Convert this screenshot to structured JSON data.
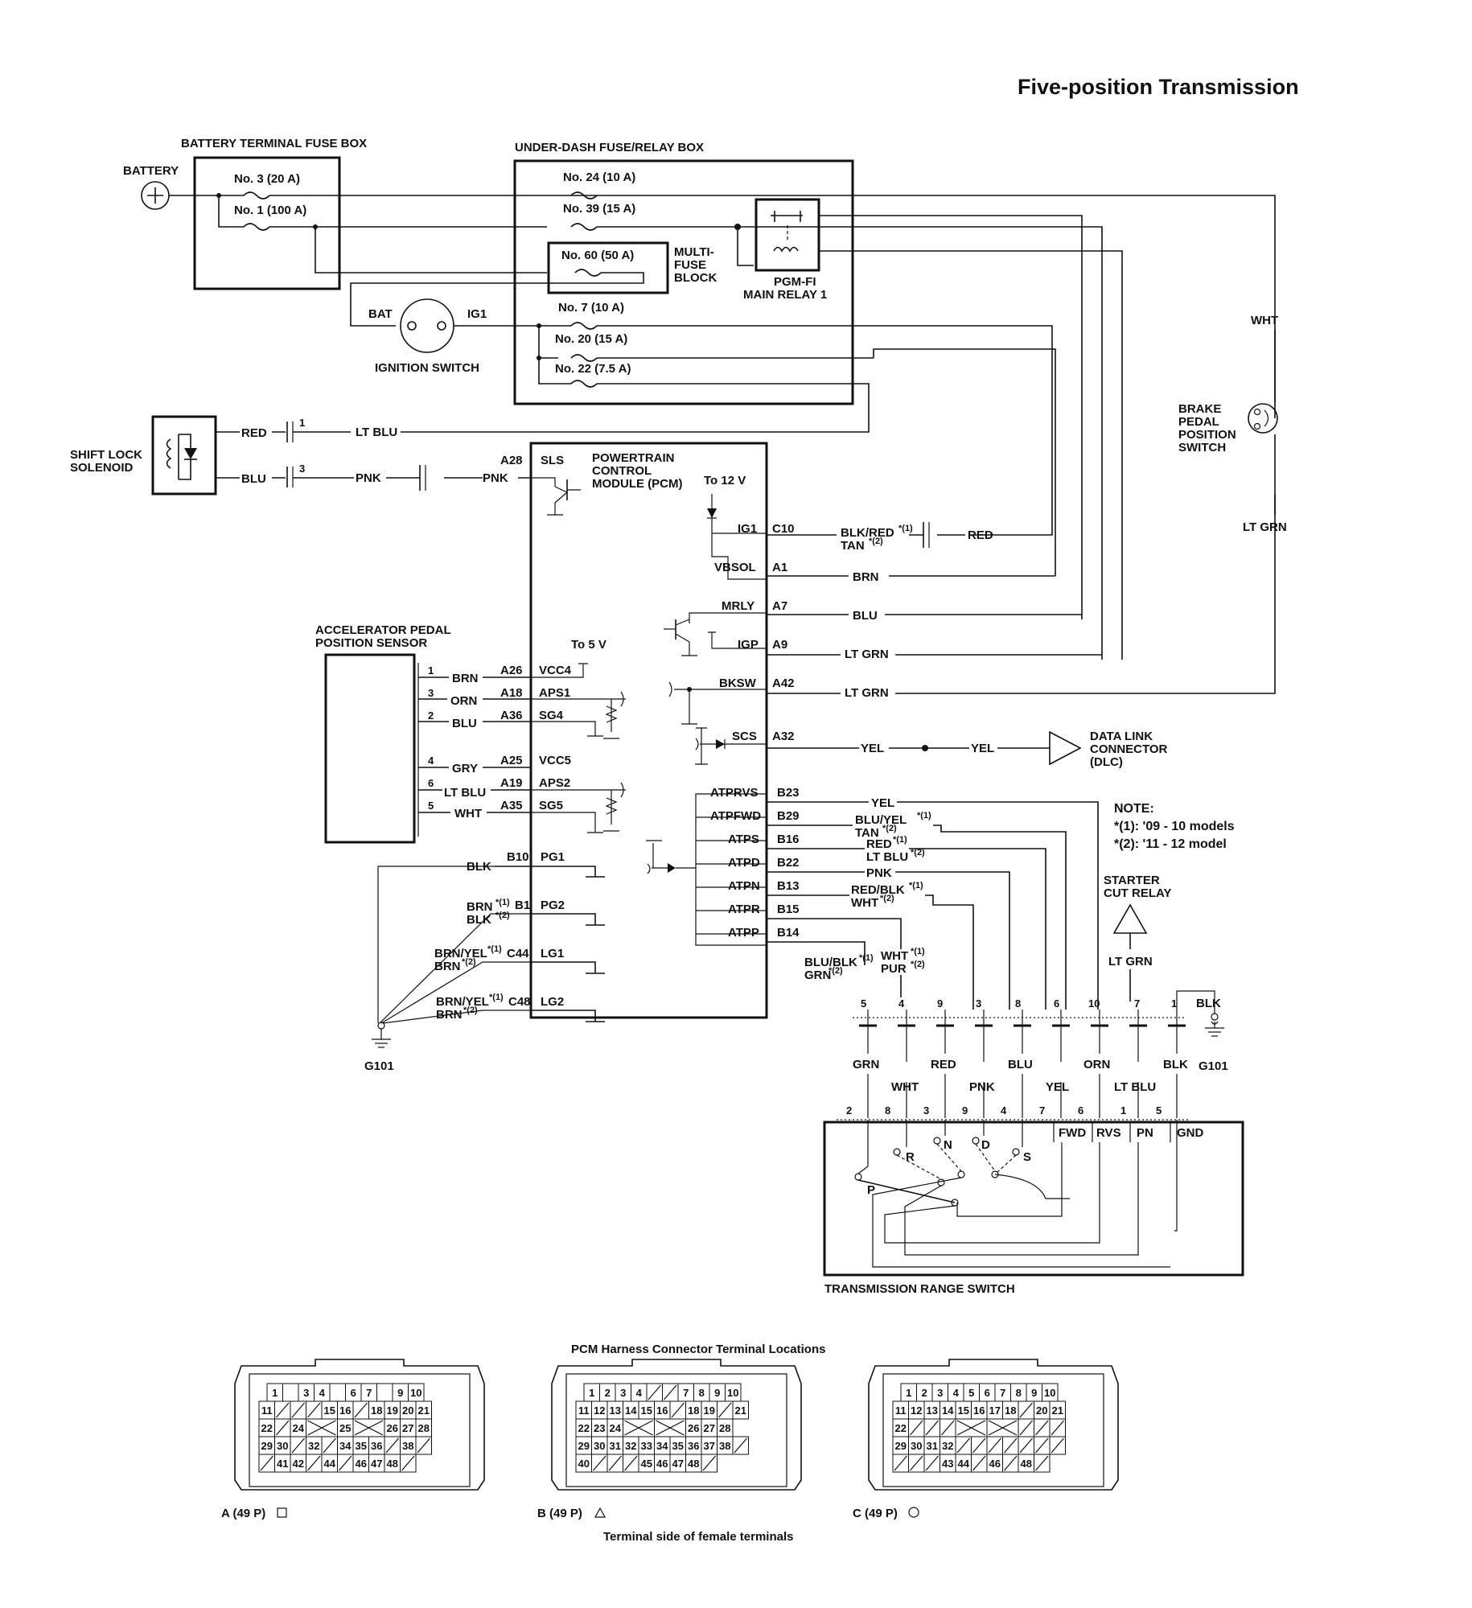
{
  "title": "Five-position Transmission",
  "battery": {
    "label": "BATTERY",
    "symbol": "+"
  },
  "battery_fuse_box": {
    "label": "BATTERY TERMINAL FUSE BOX",
    "fuses": [
      "No. 3 (20 A)",
      "No. 1 (100 A)"
    ]
  },
  "under_dash_box": {
    "label": "UNDER-DASH FUSE/RELAY BOX",
    "fuses": [
      "No. 24 (10 A)",
      "No. 39 (15 A)",
      "No. 60 (50 A)",
      "No. 7 (10 A)",
      "No. 20 (15 A)",
      "No. 22 (7.5 A)"
    ],
    "multi_fuse_block": [
      "MULTI-",
      "FUSE",
      "BLOCK"
    ],
    "main_relay": [
      "PGM-FI",
      "MAIN RELAY 1"
    ]
  },
  "ignition_switch": {
    "label": "IGNITION SWITCH",
    "bat": "BAT",
    "ig1": "IG1"
  },
  "shift_lock": {
    "label": [
      "SHIFT LOCK",
      "SOLENOID"
    ],
    "wires": [
      "RED",
      "BLU"
    ],
    "pins": [
      "1",
      "3"
    ],
    "lt_blu": "LT BLU",
    "pnk": "PNK"
  },
  "pcm": {
    "label": [
      "POWERTRAIN",
      "CONTROL",
      "MODULE (PCM)"
    ],
    "to_12v": "To 12 V",
    "to_5v": "To 5 V",
    "sls": {
      "pin": "A28",
      "name": "SLS",
      "wire": "PNK"
    },
    "right": [
      {
        "name": "IG1",
        "pin": "C10",
        "wire": "BLK/RED",
        "sup": "*(1)",
        "wire2": "TAN",
        "sup2": "*(2)",
        "ext": "RED"
      },
      {
        "name": "VBSOL",
        "pin": "A1",
        "wire": "BRN"
      },
      {
        "name": "MRLY",
        "pin": "A7",
        "wire": "BLU"
      },
      {
        "name": "IGP",
        "pin": "A9",
        "wire": "LT GRN"
      },
      {
        "name": "BKSW",
        "pin": "A42",
        "wire": "LT GRN"
      },
      {
        "name": "SCS",
        "pin": "A32",
        "wire": "YEL",
        "ext": "YEL"
      }
    ],
    "atp": [
      {
        "name": "ATPRVS",
        "pin": "B23",
        "wire": "YEL"
      },
      {
        "name": "ATPFWD",
        "pin": "B29",
        "wire": "BLU/YEL",
        "sup": "*(1)",
        "wire2": "TAN",
        "sup2": "*(2)"
      },
      {
        "name": "ATPS",
        "pin": "B16",
        "wire": "RED",
        "sup": "*(1)",
        "wire2": "LT BLU",
        "sup2": "*(2)"
      },
      {
        "name": "ATPD",
        "pin": "B22",
        "wire": "PNK"
      },
      {
        "name": "ATPN",
        "pin": "B13",
        "wire": "RED/BLK",
        "sup": "*(1)",
        "wire2": "WHT",
        "sup2": "*(2)"
      },
      {
        "name": "ATPR",
        "pin": "B15",
        "wire": "WHT",
        "sup": "*(1)",
        "wire2": "PUR",
        "sup2": "*(2)"
      },
      {
        "name": "ATPP",
        "pin": "B14",
        "wire": "BLU/BLK",
        "sup": "*(1)",
        "wire2": "GRN",
        "sup2": "*(2)"
      }
    ],
    "left": [
      {
        "app": "1",
        "wire": "BRN",
        "pin": "A26",
        "name": "VCC4"
      },
      {
        "app": "3",
        "wire": "ORN",
        "pin": "A18",
        "name": "APS1"
      },
      {
        "app": "2",
        "wire": "BLU",
        "pin": "A36",
        "name": "SG4"
      },
      {
        "app": "4",
        "wire": "GRY",
        "pin": "A25",
        "name": "VCC5"
      },
      {
        "app": "6",
        "wire": "LT BLU",
        "pin": "A19",
        "name": "APS2"
      },
      {
        "app": "5",
        "wire": "WHT",
        "pin": "A35",
        "name": "SG5"
      }
    ],
    "grounds": [
      {
        "wire": "BLK",
        "pin": "B10",
        "name": "PG1"
      },
      {
        "wire": "BRN",
        "sup": "*(1)",
        "wire2": "BLK",
        "sup2": "*(2)",
        "pin": "B1",
        "name": "PG2"
      },
      {
        "wire": "BRN/YEL",
        "sup": "*(1)",
        "wire2": "BRN",
        "sup2": "*(2)",
        "pin": "C44",
        "name": "LG1"
      },
      {
        "wire": "BRN/YEL",
        "sup": "*(1)",
        "wire2": "BRN",
        "sup2": "*(2)",
        "pin": "C48",
        "name": "LG2"
      }
    ]
  },
  "app_sensor": {
    "label": [
      "ACCELERATOR PEDAL",
      "POSITION SENSOR"
    ]
  },
  "g101": "G101",
  "dlc": {
    "label": [
      "DATA LINK",
      "CONNECTOR",
      "(DLC)"
    ]
  },
  "brake_switch": {
    "label": [
      "BRAKE",
      "PEDAL",
      "POSITION",
      "SWITCH"
    ],
    "wht": "WHT",
    "lt_grn": "LT GRN"
  },
  "note": {
    "title": "NOTE:",
    "lines": [
      "*(1): '09 - 10 models",
      "*(2): '11 - 12 model"
    ]
  },
  "starter_cut_relay": {
    "label": [
      "STARTER",
      "CUT RELAY"
    ],
    "wire": "LT GRN"
  },
  "range_switch_connector": {
    "top_pins": [
      "5",
      "4",
      "9",
      "3",
      "8",
      "6",
      "10",
      "7",
      "1"
    ],
    "wires_upper": [
      "GRN",
      "RED",
      "BLU",
      "ORN",
      "BLK"
    ],
    "wires_lower": [
      "WHT",
      "PNK",
      "YEL",
      "LT BLU"
    ],
    "bottom_pins": [
      "2",
      "8",
      "3",
      "9",
      "4",
      "7",
      "6",
      "1",
      "5"
    ],
    "blk": "BLK"
  },
  "range_switch": {
    "label": "TRANSMISSION RANGE SWITCH",
    "positions": [
      "P",
      "R",
      "N",
      "D",
      "S"
    ],
    "sections": [
      "FWD",
      "RVS",
      "PN",
      "GND"
    ]
  },
  "connectors": {
    "heading": "PCM Harness Connector Terminal Locations",
    "footer": "Terminal side of female terminals",
    "items": [
      {
        "label": "A (49 P)",
        "symbol": "square",
        "rows": [
          [
            "1",
            "",
            "3",
            "4",
            "",
            "6",
            "7",
            "",
            "9",
            "10"
          ],
          [
            "11",
            "/",
            "/",
            "/",
            "15",
            "16",
            "/",
            "18",
            "19",
            "20",
            "21"
          ],
          [
            "22",
            "/",
            "24",
            "X",
            "25",
            "X",
            "26",
            "27",
            "28"
          ],
          [
            "29",
            "30",
            "/",
            "32",
            "/",
            "34",
            "35",
            "36",
            "/",
            "38",
            "/"
          ],
          [
            "/",
            "41",
            "42",
            "/",
            "44",
            "/",
            "46",
            "47",
            "48",
            "/"
          ]
        ]
      },
      {
        "label": "B (49 P)",
        "symbol": "triangle",
        "rows": [
          [
            "1",
            "2",
            "3",
            "4",
            "/",
            "/",
            "7",
            "8",
            "9",
            "10"
          ],
          [
            "11",
            "12",
            "13",
            "14",
            "15",
            "16",
            "/",
            "18",
            "19",
            "/",
            "21"
          ],
          [
            "22",
            "23",
            "24",
            "X",
            "X",
            "26",
            "27",
            "28"
          ],
          [
            "29",
            "30",
            "31",
            "32",
            "33",
            "34",
            "35",
            "36",
            "37",
            "38",
            "/"
          ],
          [
            "40",
            "/",
            "/",
            "/",
            "45",
            "46",
            "47",
            "48",
            "/"
          ]
        ]
      },
      {
        "label": "C (49 P)",
        "symbol": "circle",
        "rows": [
          [
            "1",
            "2",
            "3",
            "4",
            "5",
            "6",
            "7",
            "8",
            "9",
            "10"
          ],
          [
            "11",
            "12",
            "13",
            "14",
            "15",
            "16",
            "17",
            "18",
            "/",
            "20",
            "21"
          ],
          [
            "22",
            "/",
            "/",
            "/",
            "X",
            "X",
            "/",
            "/",
            "/"
          ],
          [
            "29",
            "30",
            "31",
            "32",
            "/",
            "/",
            "/",
            "/",
            "/",
            "/",
            "/"
          ],
          [
            "/",
            "/",
            "/",
            "43",
            "44",
            "/",
            "46",
            "/",
            "48",
            "/"
          ]
        ]
      }
    ]
  }
}
